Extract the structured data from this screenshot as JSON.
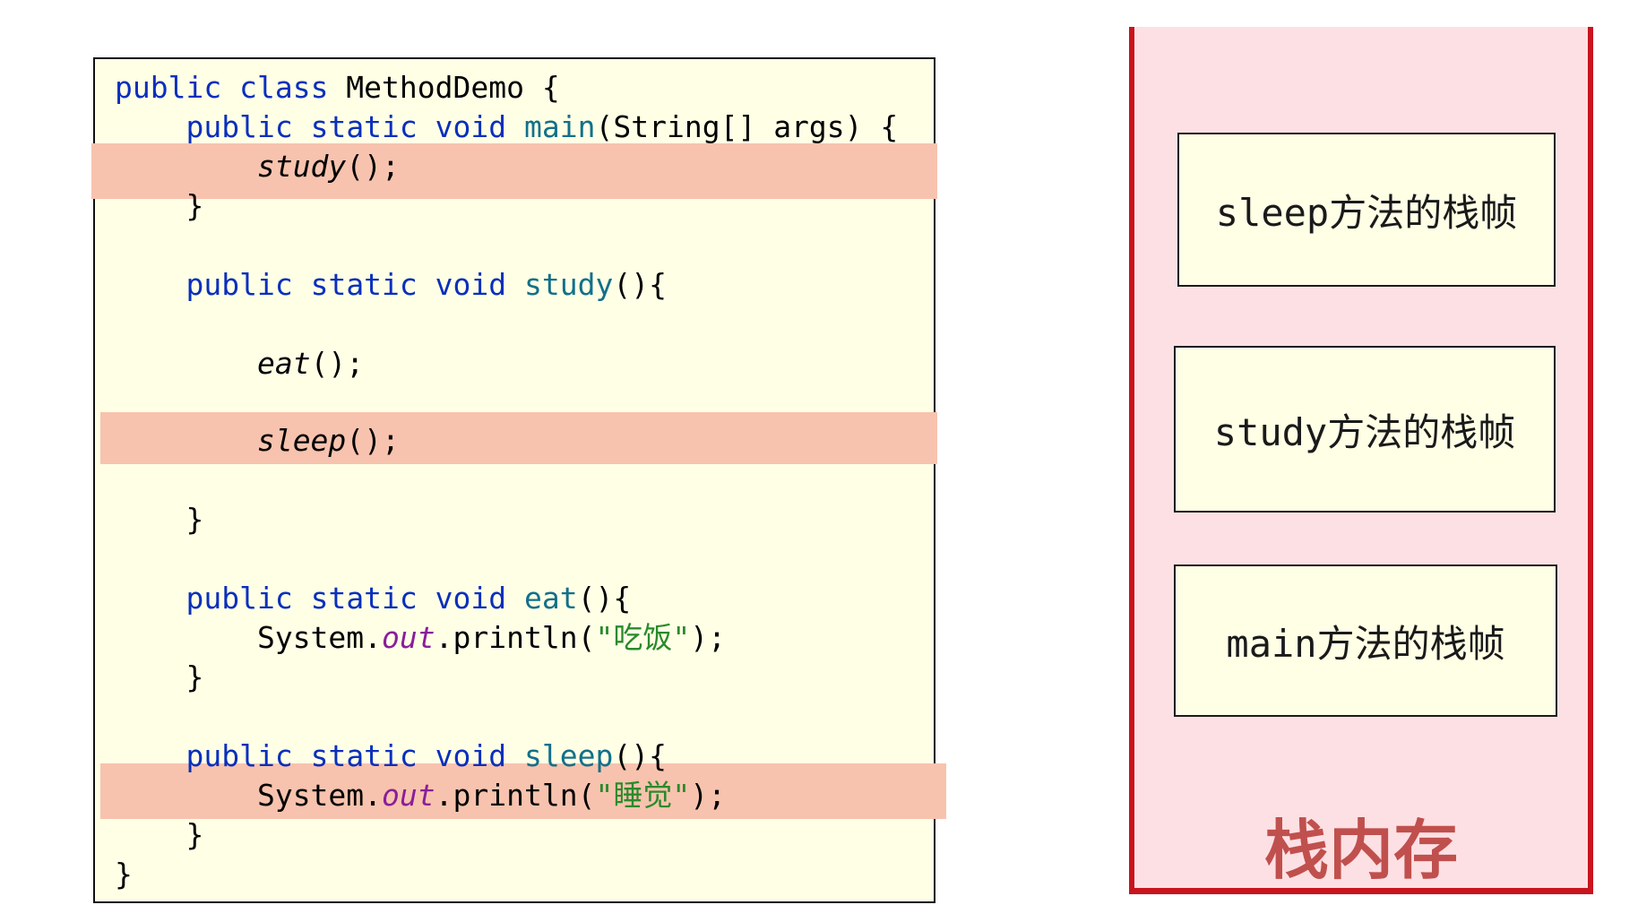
{
  "code": {
    "lines": [
      {
        "indent": "",
        "parts": [
          "public",
          " ",
          "class",
          " MethodDemo {"
        ]
      },
      {
        "indent": "    ",
        "parts": [
          "public",
          " ",
          "static",
          " ",
          "void",
          " ",
          "main",
          "(String[] args) {"
        ]
      },
      {
        "indent": "        ",
        "parts": [
          "study",
          "();"
        ]
      },
      {
        "indent": "    ",
        "parts": [
          "}"
        ]
      },
      {
        "indent": "    ",
        "parts": [
          "public",
          " ",
          "static",
          " ",
          "void",
          " ",
          "study",
          "(){"
        ]
      },
      {
        "indent": "        ",
        "parts": [
          "eat",
          "();"
        ]
      },
      {
        "indent": "        ",
        "parts": [
          "sleep",
          "();"
        ]
      },
      {
        "indent": "    ",
        "parts": [
          "}"
        ]
      },
      {
        "indent": "    ",
        "parts": [
          "public",
          " ",
          "static",
          " ",
          "void",
          " ",
          "eat",
          "(){"
        ]
      },
      {
        "indent": "        ",
        "parts": [
          "System.",
          "out",
          ".println(",
          "\"吃饭\"",
          ");"
        ]
      },
      {
        "indent": "    ",
        "parts": [
          "}"
        ]
      },
      {
        "indent": "    ",
        "parts": [
          "public",
          " ",
          "static",
          " ",
          "void",
          " ",
          "sleep",
          "(){"
        ]
      },
      {
        "indent": "        ",
        "parts": [
          "System.",
          "out",
          ".println(",
          "\"睡觉\"",
          ");"
        ]
      },
      {
        "indent": "    ",
        "parts": [
          "}"
        ]
      },
      {
        "indent": "",
        "parts": [
          "}"
        ]
      }
    ]
  },
  "stack": {
    "title": "栈内存",
    "frames": [
      {
        "label": "sleep方法的栈帧"
      },
      {
        "label": "study方法的栈帧"
      },
      {
        "label": "main方法的栈帧"
      }
    ]
  },
  "colors": {
    "keyword": "#0a2fbd",
    "method_name": "#12708a",
    "string": "#2a8a2a",
    "field": "#8a1e9a",
    "highlight": "#f7c3ae",
    "stack_border": "#c8141e",
    "stack_fill": "#fde0e4",
    "stack_title": "#c0504d"
  }
}
